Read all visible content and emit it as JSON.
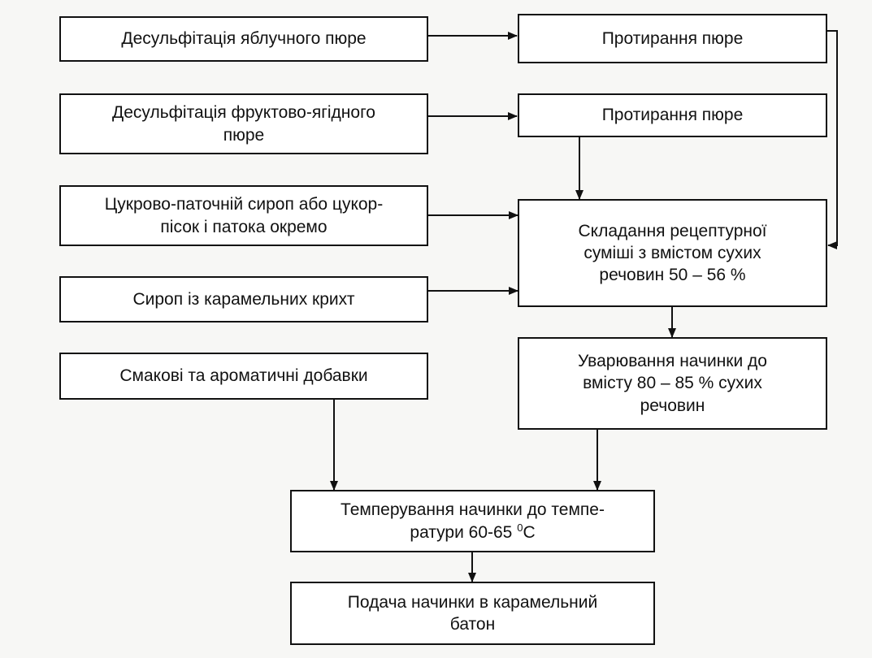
{
  "boxes": {
    "apple_desulf": "Десульфітація яблучного пюре",
    "fruit_desulf": "Десульфітація фруктово-ягідного\nпюре",
    "syrup_sugar": "Цукрово-паточній сироп або цукор-\nпісок і патока окремо",
    "crumb_syrup": "Сироп із карамельних крихт",
    "flavor": "Смакові та ароматичні добавки",
    "wipe1": "Протирання пюре",
    "wipe2": "Протирання пюре",
    "mix": "Складання рецептурної\nсуміші з вмістом сухих\nречовин 50 – 56 %",
    "boil": "Уварювання начинки до\nвмісту 80 – 85 % сухих\nречовин",
    "temper_line1": "Темперування начинки до темпе-",
    "temper_line2_pre": "ратури 60-65 ",
    "temper_sup": "0",
    "temper_line2_post": "С",
    "feed": "Подача начинки в карамельний\nбатон"
  }
}
